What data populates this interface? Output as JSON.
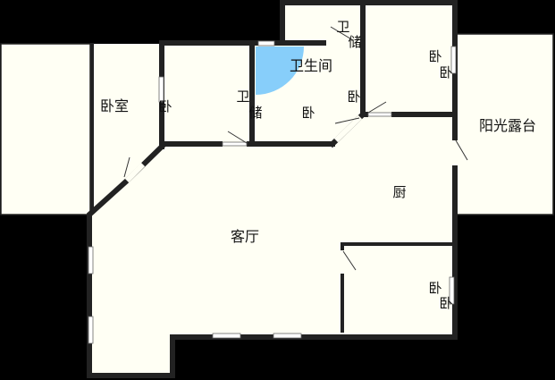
{
  "plan": {
    "rooms": {
      "left_room": "",
      "upper_left_room": "卧室",
      "upper_mid_room": "",
      "bathroom": "卫生间",
      "upper_right_room": "",
      "right_room": "阳光露台",
      "living_room": "客厅",
      "lower_right_room": ""
    },
    "glyphs": {
      "g1": "卫",
      "g2": "储",
      "g3": "卧",
      "g4": "卧",
      "g5": "卫",
      "g6": "储",
      "g7": "卧",
      "g8": "卧",
      "g9": "卧",
      "g10": "厨",
      "g11": "卧",
      "g12": "卧"
    },
    "colors": {
      "floor": "#fffff4",
      "wall": "#222222",
      "door_swing": "#87cefa",
      "background": "#000000"
    }
  }
}
